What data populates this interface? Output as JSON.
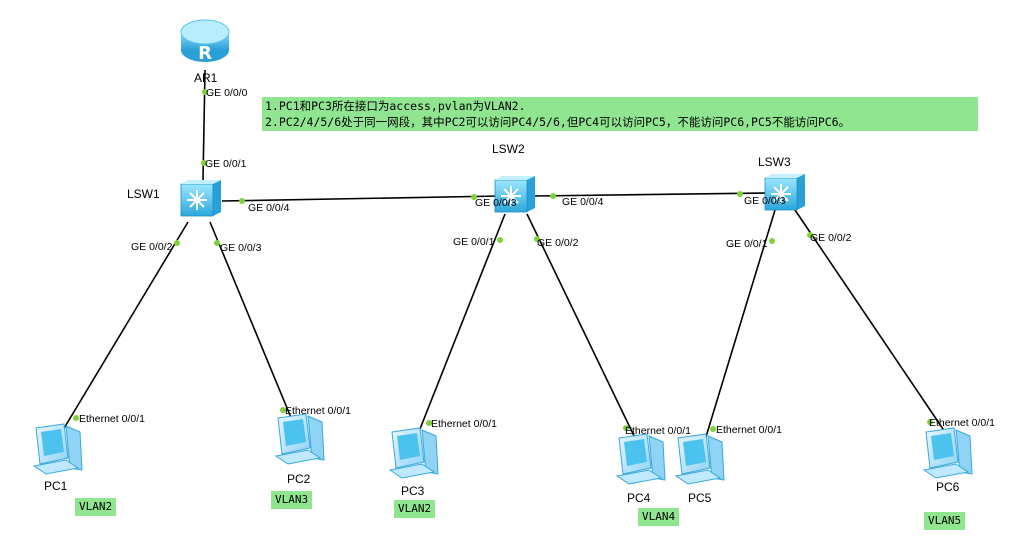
{
  "note": {
    "line1": "1.PC1和PC3所在接口为access,pvlan为VLAN2.",
    "line2": "2.PC2/4/5/6处于同一网段，其中PC2可以访问PC4/5/6,但PC4可以访问PC5，不能访问PC6,PC5不能访问PC6。"
  },
  "devices": {
    "ar1": "AR1",
    "lsw1": "LSW1",
    "lsw2": "LSW2",
    "lsw3": "LSW3",
    "pc1": "PC1",
    "pc2": "PC2",
    "pc3": "PC3",
    "pc4": "PC4",
    "pc5": "PC5",
    "pc6": "PC6"
  },
  "ports": {
    "ar1_g000": "GE 0/0/0",
    "lsw1_g001": "GE 0/0/1",
    "lsw1_g002": "GE 0/0/2",
    "lsw1_g003": "GE 0/0/3",
    "lsw1_g004": "GE 0/0/4",
    "lsw2_g003": "GE 0/0/3",
    "lsw2_g004": "GE 0/0/4",
    "lsw2_g001": "GE 0/0/1",
    "lsw2_g002": "GE 0/0/2",
    "lsw3_g003": "GE 0/0/3",
    "lsw3_g001": "GE 0/0/1",
    "lsw3_g002": "GE 0/0/2",
    "pc1_eth": "Ethernet 0/0/1",
    "pc2_eth": "Ethernet 0/0/1",
    "pc3_eth": "Ethernet 0/0/1",
    "pc4_eth": "Ethernet 0/0/1",
    "pc5_eth": "Ethernet 0/0/1",
    "pc6_eth": "Ethernet 0/0/1"
  },
  "vlans": {
    "pc1": "VLAN2",
    "pc2": "VLAN3",
    "pc3": "VLAN2",
    "pc4": "VLAN4",
    "pc6": "VLAN5"
  },
  "colors": {
    "link": "#000000",
    "port_dot": "#7ed23a",
    "vlan_bg": "#8fe68f",
    "device_blue": "#4cc3ef"
  }
}
